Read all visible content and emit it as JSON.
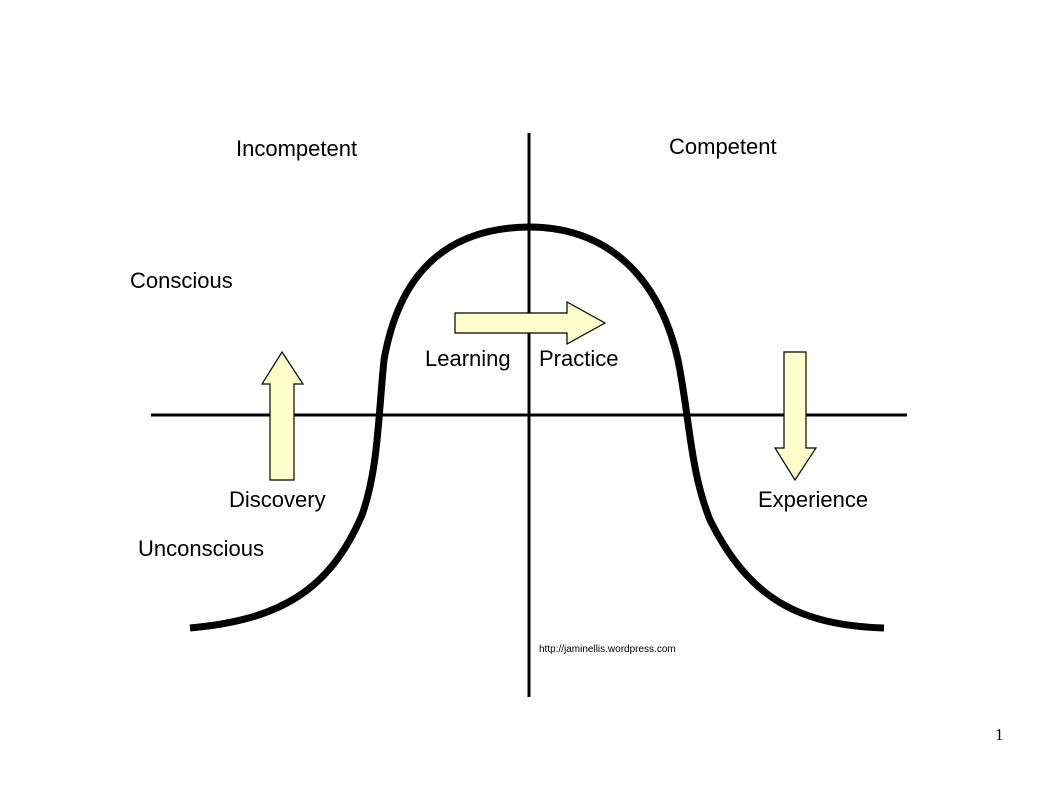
{
  "slide": {
    "quadrant_labels": {
      "top_left": "Incompetent",
      "top_right": "Competent",
      "upper_left": "Conscious",
      "lower_left": "Unconscious"
    },
    "arrow_labels": {
      "discovery": "Discovery",
      "learning": "Learning",
      "practice": "Practice",
      "experience": "Experience"
    },
    "url": "http://jaminellis.wordpress.com",
    "page_number": "1"
  },
  "colors": {
    "curve": "#000000",
    "axes": "#000000",
    "arrow_fill": "#ffffcc",
    "arrow_stroke": "#000000"
  },
  "icons": {
    "discovery_arrow": "arrow-up-icon",
    "practice_arrow": "arrow-right-icon",
    "experience_arrow": "arrow-down-icon"
  }
}
